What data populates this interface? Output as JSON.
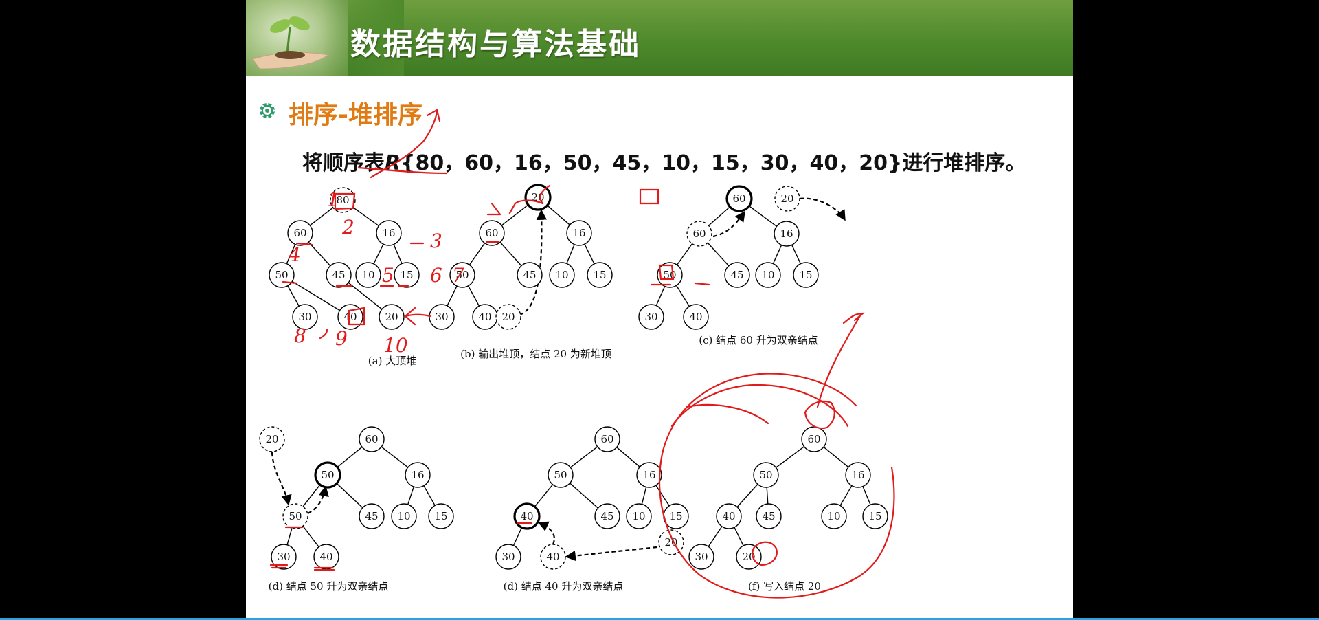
{
  "header": {
    "title": "数据结构与算法基础"
  },
  "section": {
    "title": "排序-堆排序"
  },
  "problem": {
    "prefix": "将顺序表",
    "r": "R",
    "sequence": "{80，60，16，50，45，10，15，30，40，20}",
    "suffix": "进行堆排序。"
  },
  "panels": [
    {
      "caption": "(a)  大顶堆",
      "nodes": [
        "80",
        "60",
        "16",
        "50",
        "45",
        "10",
        "15",
        "30",
        "40",
        "20"
      ]
    },
    {
      "caption": "(b)  输出堆顶，结点 20 为新堆顶",
      "nodes": [
        "20",
        "60",
        "16",
        "50",
        "45",
        "10",
        "15",
        "30",
        "40",
        "20"
      ]
    },
    {
      "caption": "(c)  结点 60 升为双亲结点",
      "nodes": [
        "20",
        "60",
        "60",
        "16",
        "50",
        "45",
        "10",
        "15",
        "30",
        "40"
      ]
    },
    {
      "caption": "(d)  结点 50 升为双亲结点",
      "nodes": [
        "20",
        "60",
        "50",
        "16",
        "50",
        "45",
        "10",
        "15",
        "30",
        "40"
      ]
    },
    {
      "caption": "(d)  结点 40 升为双亲结点",
      "nodes": [
        "60",
        "50",
        "16",
        "40",
        "45",
        "10",
        "15",
        "30",
        "40",
        "20"
      ]
    },
    {
      "caption": "(f)  写入结点 20",
      "nodes": [
        "60",
        "50",
        "16",
        "40",
        "45",
        "10",
        "15",
        "30",
        "20"
      ]
    }
  ],
  "annotations": {
    "order_numbers": [
      "1",
      "2",
      "3",
      "4",
      "5",
      "6",
      "7",
      "8",
      "9",
      "10"
    ]
  },
  "colors": {
    "header_green": "#4e8a2c",
    "section_orange": "#e07a12",
    "ink_red": "#e01b1b"
  },
  "icons": {
    "section_bullet": "gear-flower-icon"
  }
}
